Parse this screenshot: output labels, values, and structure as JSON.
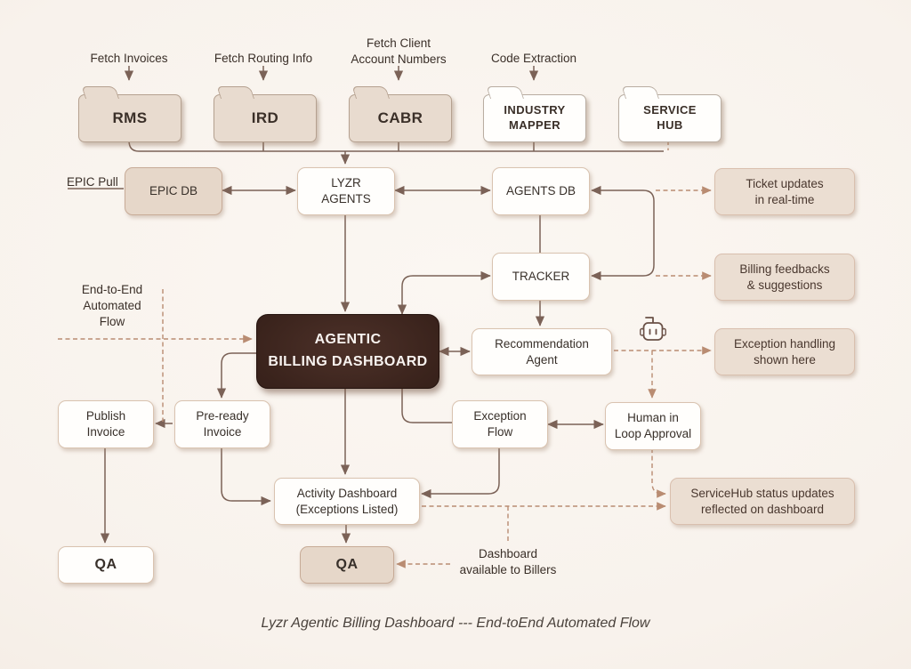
{
  "diagram_title": "Lyzr Agentic Billing Dashboard --- End-toEnd Automated Flow",
  "colors": {
    "background": "#f8f2ec",
    "solid_wire": "#7b6257",
    "dashed_wire": "#b98c72",
    "dark_node_bg": "#33201a",
    "beige_node_bg": "#ebded2",
    "white_node_bg": "#fffefc"
  },
  "icons": {
    "robot": "robot-icon"
  },
  "sources": {
    "rms": {
      "label": "RMS",
      "annotation": "Fetch Invoices"
    },
    "ird": {
      "label": "IRD",
      "annotation": "Fetch Routing Info"
    },
    "cabr": {
      "label": "CABR",
      "annotation": "Fetch Client\nAccount Numbers"
    },
    "industry_mapper": {
      "label": "INDUSTRY\nMAPPER",
      "annotation": "Code Extraction"
    },
    "service_hub": {
      "label": "SERVICE\nHUB"
    }
  },
  "nodes": {
    "epic_db": "EPIC DB",
    "lyzr_agents": "LYZR\nAGENTS",
    "agents_db": "AGENTS DB",
    "tracker": "TRACKER",
    "dashboard": "AGENTIC\nBILLING DASHBOARD",
    "recommendation_agent": "Recommendation\nAgent",
    "publish_invoice": "Publish\nInvoice",
    "pre_ready_invoice": "Pre-ready\nInvoice",
    "exception_flow": "Exception\nFlow",
    "human_in_loop": "Human in\nLoop Approval",
    "activity_dashboard": "Activity Dashboard\n(Exceptions Listed)",
    "qa_left": "QA",
    "qa_right": "QA"
  },
  "callouts": {
    "ticket_updates": "Ticket updates\nin real-time",
    "billing_feedbacks": "Billing feedbacks\n& suggestions",
    "exception_handling": "Exception handling\nshown here",
    "servicehub_status": "ServiceHub status updates\nreflected on dashboard"
  },
  "labels": {
    "epic_pull": "EPIC Pull",
    "end_to_end": "End-to-End\nAutomated\nFlow",
    "dashboard_billers": "Dashboard\navailable to Billers"
  }
}
